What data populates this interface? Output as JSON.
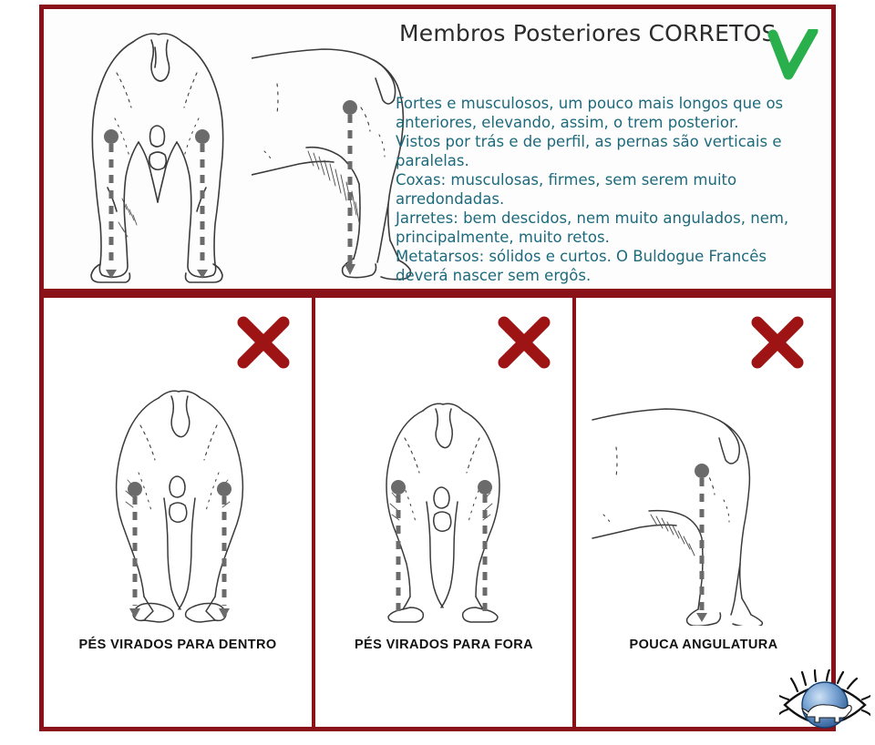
{
  "colors": {
    "frame": "#8b1118",
    "check": "#2aaf4d",
    "cross": "#9e1414",
    "body_text": "#1d6a7c",
    "title_text": "#2b2b2b",
    "caption_text": "#111111",
    "logo_sphere": "#5b8fc9",
    "background": "#ffffff"
  },
  "header": {
    "title": "Membros Posteriores CORRETOS",
    "status_icon": "check-mark-icon"
  },
  "description": {
    "lines": [
      "Fortes e musculosos, um pouco mais longos que os",
      "anteriores, elevando, assim, o trem posterior.",
      "Vistos por trás e de perfil, as pernas são verticais e",
      "paralelas.",
      "Coxas: musculosas, firmes, sem serem muito",
      "arredondadas.",
      "Jarretes: bem descidos, nem muito angulados, nem,",
      "principalmente, muito retos.",
      "Metatarsos: sólidos e curtos. O Buldogue Francês",
      "deverá nascer sem ergôs."
    ]
  },
  "correct_panel": {
    "figures": [
      {
        "name": "dog-rear-view-correct",
        "view": "rear",
        "plumb_lines": 2
      },
      {
        "name": "dog-side-view-correct",
        "view": "side",
        "plumb_lines": 1
      }
    ]
  },
  "fault_panels": [
    {
      "caption": "PÉS VIRADOS PARA DENTRO",
      "status_icon": "cross-mark-icon",
      "figure": {
        "name": "dog-rear-view-toes-in",
        "view": "rear",
        "plumb_lines": 2
      }
    },
    {
      "caption": "PÉS VIRADOS PARA FORA",
      "status_icon": "cross-mark-icon",
      "figure": {
        "name": "dog-rear-view-toes-out",
        "view": "rear",
        "plumb_lines": 2
      }
    },
    {
      "caption": "POUCA ANGULATURA",
      "status_icon": "cross-mark-icon",
      "figure": {
        "name": "dog-side-view-straight-stifle",
        "view": "side",
        "plumb_lines": 1
      }
    }
  ],
  "logo": {
    "name": "kennel-eye-logo",
    "description": "eye with blue sphere and white dog silhouette"
  }
}
